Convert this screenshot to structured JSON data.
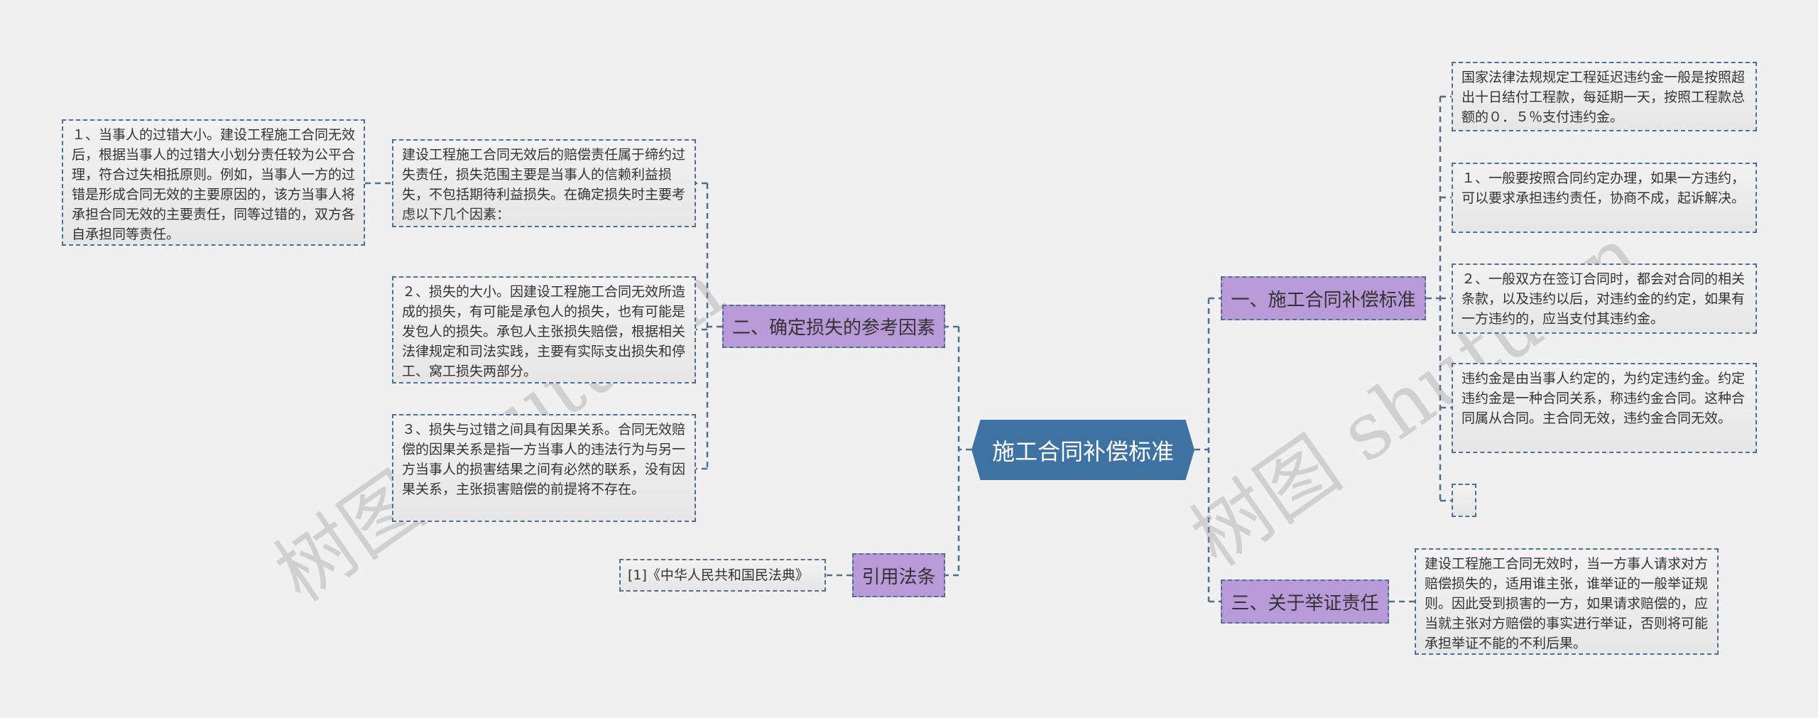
{
  "root": {
    "label": "施工合同补偿标准"
  },
  "left": {
    "branch2": {
      "label": "二、确定损失的参考因素",
      "intro": "建设工程施工合同无效后的赔偿责任属于缔约过失责任，损失范围主要是当事人的信赖利益损失，不包括期待利益损失。在确定损失时主要考虑以下几个因素：",
      "factor1": "１、当事人的过错大小。建设工程施工合同无效后，根据当事人的过错大小划分责任较为公平合理，符合过失相抵原则。例如，当事人一方的过错是形成合同无效的主要原因的，该方当事人将承担合同无效的主要责任，同等过错的，双方各自承担同等责任。",
      "factor2": "２、损失的大小。因建设工程施工合同无效所造成的损失，有可能是承包人的损失，也有可能是发包人的损失。承包人主张损失赔偿，根据相关法律规定和司法实践，主要有实际支出损失和停工、窝工损失两部分。",
      "factor3": "３、损失与过错之间具有因果关系。合同无效赔偿的因果关系是指一方当事人的违法行为与另一方当事人的损害结果之间有必然的联系，没有因果关系，主张损害赔偿的前提将不存在。"
    },
    "citation": {
      "label": "引用法条",
      "ref": "[1]《中华人民共和国民法典》"
    }
  },
  "right": {
    "branch1": {
      "label": "一、施工合同补偿标准",
      "items": [
        "国家法律法规规定工程延迟违约金一般是按照超出十日结付工程款，每延期一天，按照工程款总额的０．５％支付违约金。",
        "１、一般要按照合同约定办理，如果一方违约，可以要求承担违约责任，协商不成，起诉解决。",
        "２、一般双方在签订合同时，都会对合同的相关条款，以及违约以后，对违约金的约定，如果有一方违约的，应当支付其违约金。",
        "违约金是由当事人约定的，为约定违约金。约定违约金是一种合同关系，称违约金合同。这种合同属从合同。主合同无效，违约金合同无效。"
      ]
    },
    "branch3": {
      "label": "三、关于举证责任",
      "text": "建设工程施工合同无效时，当一方事人请求对方赔偿损失的，适用谁主张，谁举证的一般举证规则。因此受到损害的一方，如果请求赔偿的，应当就主张对方赔偿的事实进行举证，否则将可能承担举证不能的不利后果。"
    }
  },
  "watermark": "树图 shutu.cn",
  "colors": {
    "root": "#3e72a3",
    "branch": "#b99ad9",
    "line": "#4d6f91",
    "background": "#f0f0f0"
  }
}
